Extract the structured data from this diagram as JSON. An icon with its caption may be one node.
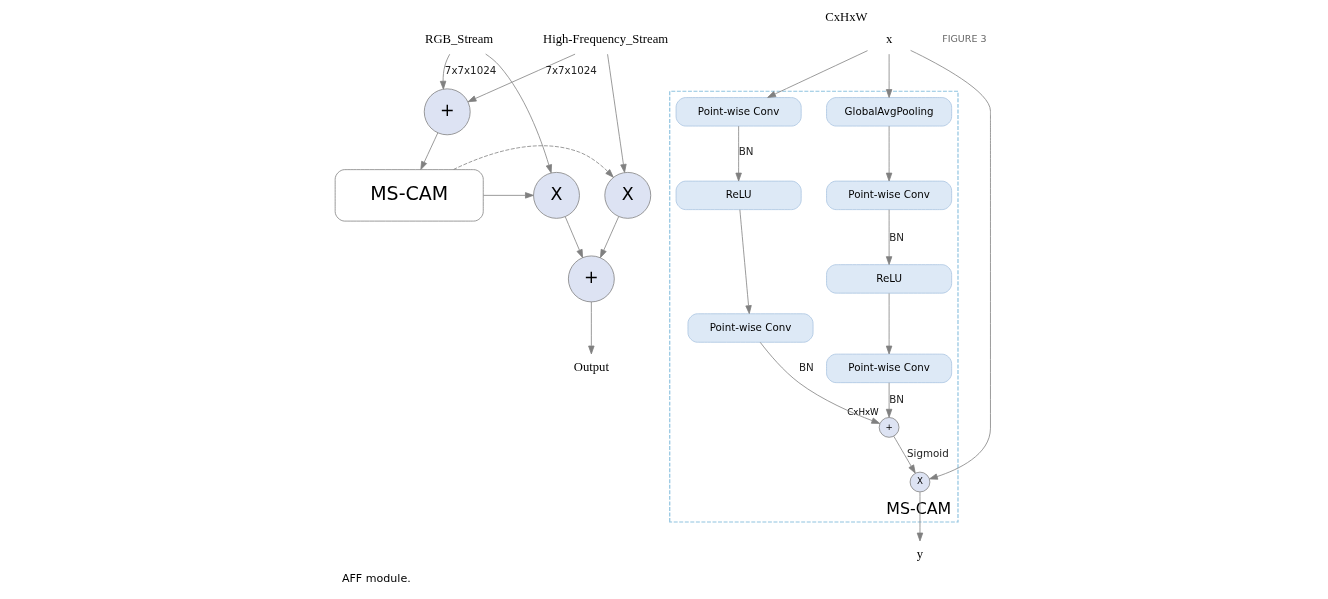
{
  "diagram": {
    "caption": "AFF module.",
    "nodes": [
      {
        "text": [
          "RGB_Stream"
        ]
      },
      {
        "text": [
          "High-Frequency_Stream"
        ]
      },
      {
        "text": [
          "+"
        ]
      },
      {
        "text": [
          "X"
        ]
      },
      {
        "text": [
          "MS-CAM"
        ]
      },
      {
        "text": [
          "X"
        ]
      },
      {
        "text": [
          "+"
        ]
      },
      {
        "text": [
          "Output"
        ]
      },
      {
        "text": [
          "x"
        ],
        "beside": [
          "CxHxW"
        ]
      },
      {
        "text": [
          "MS-CAM"
        ]
      },
      {
        "text": [
          "GlobalAvgPooling"
        ],
        "in": 9
      },
      {
        "text": [
          "Point-wise Conv"
        ],
        "in": 9
      },
      {
        "text": [
          "ReLU"
        ],
        "in": 9
      },
      {
        "text": [
          "Point-wise Conv"
        ],
        "in": 9
      },
      {
        "text": [
          "Point-wise Conv"
        ],
        "in": 9
      },
      {
        "text": [
          "ReLU"
        ],
        "in": 9
      },
      {
        "text": [
          "Point-wise Conv"
        ],
        "in": 9
      },
      {
        "text": [
          "+"
        ],
        "in": 9,
        "beside": [
          "CxHxW"
        ]
      },
      {
        "text": [
          "X"
        ],
        "in": 9
      },
      {
        "text": [
          "y"
        ]
      }
    ],
    "edges": [
      {
        "from": 0,
        "to": 2,
        "arrow": "to",
        "label": "7x7x1024"
      },
      {
        "from": 0,
        "to": 3,
        "arrow": "to"
      },
      {
        "from": 1,
        "to": 2,
        "arrow": "to",
        "label": "7x7x1024"
      },
      {
        "from": 1,
        "to": 5,
        "arrow": "to"
      },
      {
        "from": 2,
        "to": 4,
        "arrow": "to"
      },
      {
        "from": 4,
        "to": 3,
        "arrow": "to"
      },
      {
        "from": 4,
        "to": 5,
        "arrow": "to",
        "style": "dashed"
      },
      {
        "from": 3,
        "to": 6,
        "arrow": "to"
      },
      {
        "from": 5,
        "to": 6,
        "arrow": "to"
      },
      {
        "from": 6,
        "to": 7,
        "arrow": "to"
      },
      {
        "from": 8,
        "to": 18,
        "arrow": "to"
      },
      {
        "from": 8,
        "to": 10,
        "arrow": "to"
      },
      {
        "from": 8,
        "to": 14,
        "arrow": "to"
      },
      {
        "from": 10,
        "to": 11,
        "arrow": "to"
      },
      {
        "from": 11,
        "to": 12,
        "arrow": "to",
        "label": "BN"
      },
      {
        "from": 12,
        "to": 13,
        "arrow": "to"
      },
      {
        "from": 14,
        "to": 15,
        "arrow": "to",
        "label": "BN"
      },
      {
        "from": 15,
        "to": 16,
        "arrow": "to"
      },
      {
        "from": 13,
        "to": 17,
        "arrow": "to",
        "label": "BN"
      },
      {
        "from": 16,
        "to": 17,
        "arrow": "to",
        "label": "BN"
      },
      {
        "from": 17,
        "to": 18,
        "arrow": "to",
        "label": "Sigmoid"
      },
      {
        "from": 18,
        "to": 19,
        "arrow": "to"
      }
    ],
    "labels": [
      "FIGURE 3"
    ]
  }
}
